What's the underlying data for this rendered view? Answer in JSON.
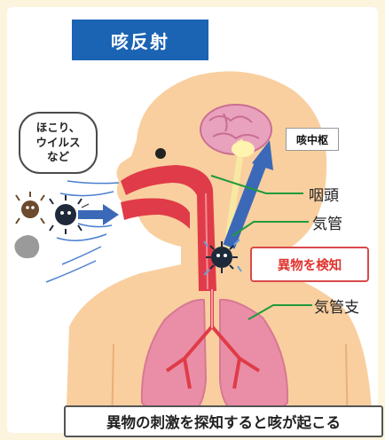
{
  "title": "咳反射",
  "bubble": {
    "lines": [
      "ほこり、",
      "ウイルス",
      "など"
    ]
  },
  "labels": {
    "cough_center": "咳中枢",
    "pharynx": "咽頭",
    "trachea": "気管",
    "bronchus": "気管支",
    "foreign_detection": "異物を検知"
  },
  "caption": "異物の刺激を探知すると咳が起こる",
  "colors": {
    "background": "#fdf4de",
    "title_bg": "#1b63b3",
    "skin": "#f9cf9f",
    "airway": "#e03b48",
    "lungs": "#e98ea6",
    "brain": "#e9a2bd",
    "arrow": "#3b69b8",
    "nerve": "#f7e9a3",
    "leader_line": "#1f9a3a",
    "detect_text": "#e0332d"
  },
  "icons": [
    "dust-germ-icon",
    "virus-icon",
    "dust-particle-icon",
    "germ-icon",
    "brain-icon"
  ]
}
